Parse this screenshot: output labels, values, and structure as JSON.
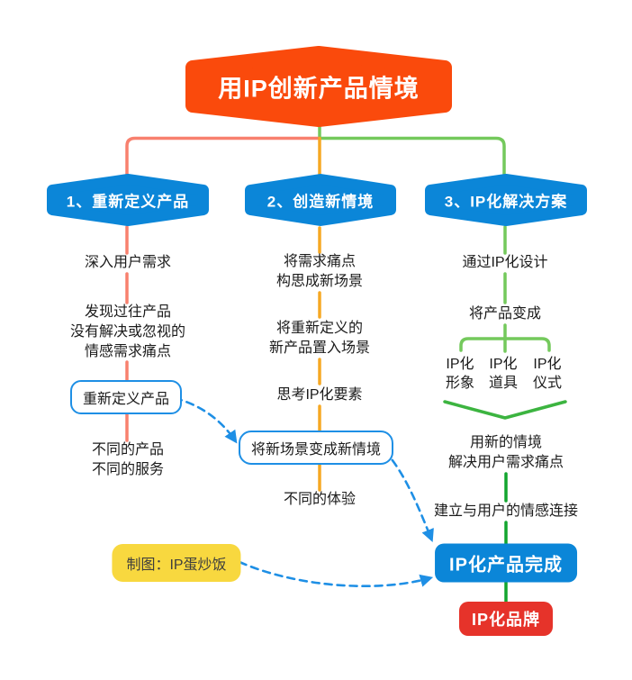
{
  "title_banner": {
    "label": "用IP创新产品情境"
  },
  "colors": {
    "banner_orange": "#FA4A0C",
    "header_blue": "#0B86D8",
    "salmon_line": "#F8806E",
    "amber_line": "#F6A824",
    "green_light": "#74C95C",
    "green_mid": "#3CB440",
    "green_dark": "#12A52F",
    "dash_blue": "#1E8FE5",
    "result_red": "#E6332A",
    "credit_yellow": "#F8D83F"
  },
  "columns": [
    {
      "header": "1、重新定义产品",
      "step1": "深入用户需求",
      "step2": "发现过往产品\n没有解决或忽视的\n情感需求痛点",
      "milestone": "重新定义产品",
      "outcome": "不同的产品\n不同的服务"
    },
    {
      "header": "2、创造新情境",
      "step1": "将需求痛点\n构思成新场景",
      "step2": "将重新定义的\n新产品置入场景",
      "step3": "思考IP化要素",
      "milestone": "将新场景变成新情境",
      "outcome": "不同的体验"
    },
    {
      "header": "3、IP化解决方案",
      "step1": "通过IP化设计",
      "step2": "将产品变成",
      "branches": [
        "IP化\n形象",
        "IP化\n道具",
        "IP化\n仪式"
      ],
      "step3": "用新的情境\n解决用户需求痛点",
      "step4": "建立与用户的情感连接",
      "milestone": "IP化产品完成",
      "final": "IP化品牌"
    }
  ],
  "credit": {
    "label": "制图：IP蛋炒饭"
  }
}
